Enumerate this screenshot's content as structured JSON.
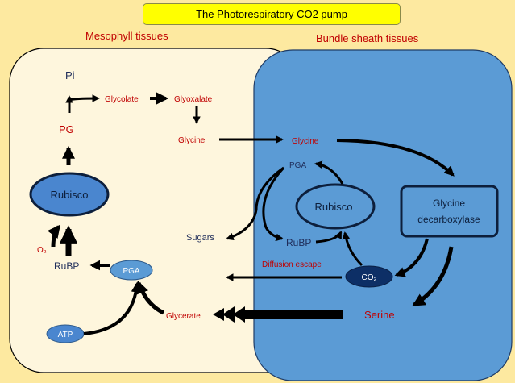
{
  "title": "The Photorespiratory  CO2 pump",
  "regions": {
    "mesophyll": "Mesophyll tissues",
    "bundle_sheath": "Bundle sheath tissues"
  },
  "mesophyll": {
    "pi": "Pi",
    "glycolate": "Glycolate",
    "glyoxalate": "Glyoxalate",
    "pg": "PG",
    "glycine": "Glycine",
    "rubisco": "Rubisco",
    "o2": "O₂",
    "rubp": "RuBP",
    "pga": "PGA",
    "atp": "ATP",
    "glycerate": "Glycerate"
  },
  "bundle": {
    "glycine": "Glycine",
    "pga": "PGA",
    "rubisco": "Rubisco",
    "glycine_decarboxylase_line1": "Glycine",
    "glycine_decarboxylase_line2": "decarboxylase",
    "sugars": "Sugars",
    "rubp": "RuBP",
    "diffusion_escape": "Diffusion escape",
    "co2": "CO₂",
    "serine": "Serine"
  },
  "colors": {
    "background": "#fde9a0",
    "mesophyll_fill": "#fef6dd",
    "bundle_fill": "#5b9bd5",
    "enzyme_fill": "#4a86cf",
    "metabolite_red": "#c00000",
    "label_navy": "#1f2d5a",
    "co2_fill": "#0d2f66",
    "title_fill": "#ffff00"
  }
}
